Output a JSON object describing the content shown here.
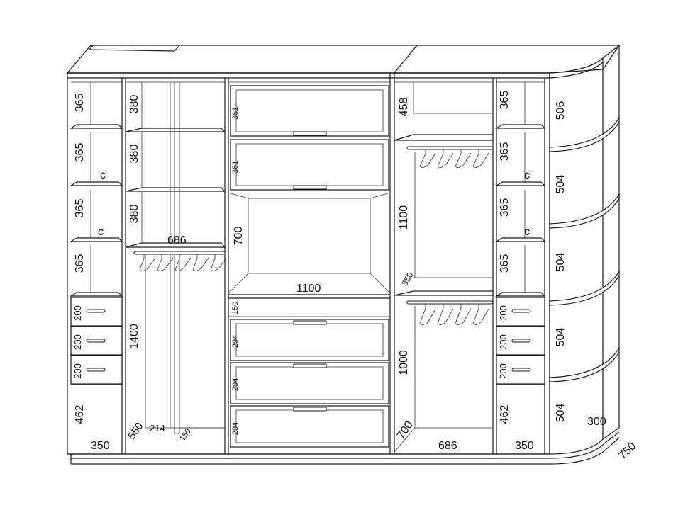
{
  "dimensions": {
    "left_col": {
      "shelves": [
        "365",
        "365",
        "365",
        "365"
      ],
      "drawers": [
        "200",
        "200",
        "200"
      ],
      "bottom": "462",
      "width": "350",
      "c_labels": [
        "c",
        "c"
      ]
    },
    "hanger_col": {
      "shelves": [
        "380",
        "380",
        "380"
      ],
      "width_top": "686",
      "height": "1400",
      "depth": "550",
      "inner": "214",
      "gap": "150"
    },
    "center_col": {
      "flaps": [
        "361",
        "361"
      ],
      "niche": "700",
      "width": "1100",
      "gap": "150",
      "drawers": [
        "294",
        "294",
        "294"
      ]
    },
    "right_hanger_col": {
      "top": "458",
      "upper": "1100",
      "middle": "350",
      "lower": "1000",
      "depth": "700",
      "width": "686"
    },
    "right_col": {
      "shelves": [
        "365",
        "365",
        "365",
        "365"
      ],
      "drawers": [
        "200",
        "200",
        "200"
      ],
      "bottom": "462",
      "width": "350",
      "c_labels": [
        "c",
        "c"
      ]
    },
    "corner_col": {
      "shelves": [
        "506",
        "504",
        "504",
        "504",
        "504"
      ],
      "width": "300",
      "depth": "750"
    }
  }
}
